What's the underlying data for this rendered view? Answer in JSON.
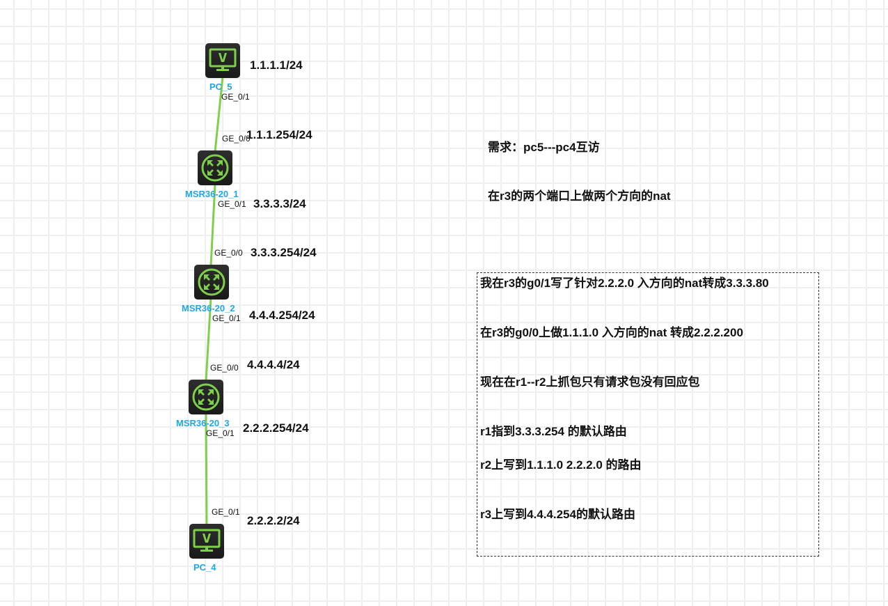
{
  "topology": {
    "nodes": [
      {
        "id": "pc5",
        "type": "pc",
        "label": "PC_5",
        "icon": "pc-monitor-icon"
      },
      {
        "id": "r1",
        "type": "router",
        "label": "MSR36-20_1",
        "icon": "router-icon"
      },
      {
        "id": "r2",
        "type": "router",
        "label": "MSR36-20_2",
        "icon": "router-icon"
      },
      {
        "id": "r3",
        "type": "router",
        "label": "MSR36-20_3",
        "icon": "router-icon"
      },
      {
        "id": "pc4",
        "type": "pc",
        "label": "PC_4",
        "icon": "pc-monitor-icon"
      }
    ],
    "links": [
      {
        "from": "pc5",
        "to": "r1",
        "from_port": "GE_0/1",
        "to_port": "GE_0/0"
      },
      {
        "from": "r1",
        "to": "r2",
        "from_port": "GE_0/1",
        "to_port": "GE_0/0"
      },
      {
        "from": "r2",
        "to": "r3",
        "from_port": "GE_0/1",
        "to_port": "GE_0/0"
      },
      {
        "from": "r3",
        "to": "pc4",
        "from_port": "GE_0/1",
        "to_port": "GE_0/1"
      }
    ],
    "link_color": "#7ed04b",
    "label_color": "#1ea7e8",
    "ip_labels": {
      "pc5": "1.1.1.1/24",
      "r1_g00": "1.1.1.254/24",
      "r1_g01": "3.3.3.3/24",
      "r2_g00": "3.3.3.254/24",
      "r2_g01": "4.4.4.254/24",
      "r3_g00": "4.4.4.4/24",
      "r3_g01": "2.2.2.254/24",
      "pc4": "2.2.2.2/24"
    }
  },
  "notes": {
    "requirement": "需求：pc5---pc4互访",
    "task": "在r3的两个端口上做两个方向的nat",
    "box_lines": [
      "我在r3的g0/1写了针对2.2.2.0  入方向的nat转成3.3.3.80",
      "在r3的g0/0上做1.1.1.0 入方向的nat  转成2.2.2.200",
      "现在在r1--r2上抓包只有请求包没有回应包",
      "r1指到3.3.3.254 的默认路由",
      "r2上写到1.1.1.0    2.2.2.0 的路由",
      "r3上写到4.4.4.254的默认路由"
    ]
  }
}
